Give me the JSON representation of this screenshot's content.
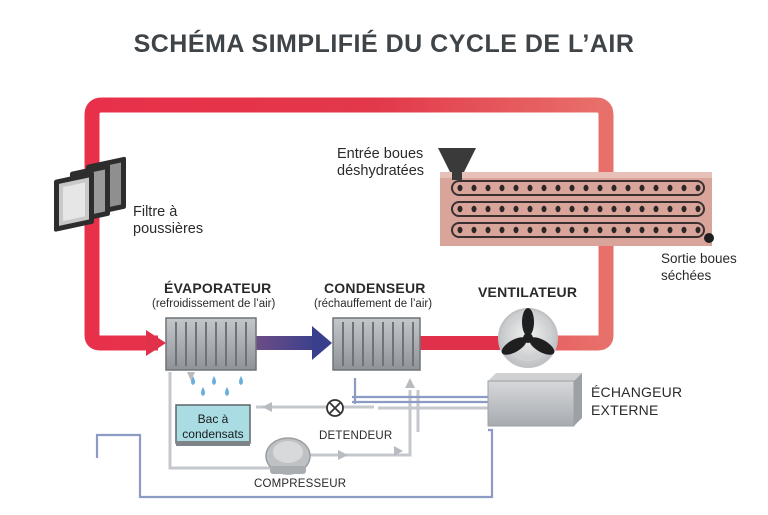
{
  "title": "SCHÉMA SIMPLIFIÉ DU CYCLE DE L’AIR",
  "labels": {
    "filter": [
      "Filtre à",
      "poussières"
    ],
    "sludge_in": [
      "Entrée boues",
      "déshydratées"
    ],
    "sludge_out": [
      "Sortie boues",
      "séchées"
    ],
    "evaporator": "ÉVAPORATEUR",
    "evaporator_sub": "(refroidissement de l’air)",
    "condenser": "CONDENSEUR",
    "condenser_sub": "(réchauffement de l’air)",
    "fan": "VENTILATEUR",
    "exchanger": [
      "ÉCHANGEUR",
      "EXTERNE"
    ],
    "tray": [
      "Bac à",
      "condensats"
    ],
    "expansion_valve": "DETENDEUR",
    "compressor": "COMPRESSEUR"
  },
  "colors": {
    "air_loop": "#e0304a",
    "cold_air_arrow": "#3a3f8c",
    "refrigerant_line": "#9aa8c8",
    "coil": "#9a9ea3",
    "tray_water": "#a9dde3",
    "dryer_belt": "#d9a59a",
    "water_drops": "#6ab0de"
  }
}
